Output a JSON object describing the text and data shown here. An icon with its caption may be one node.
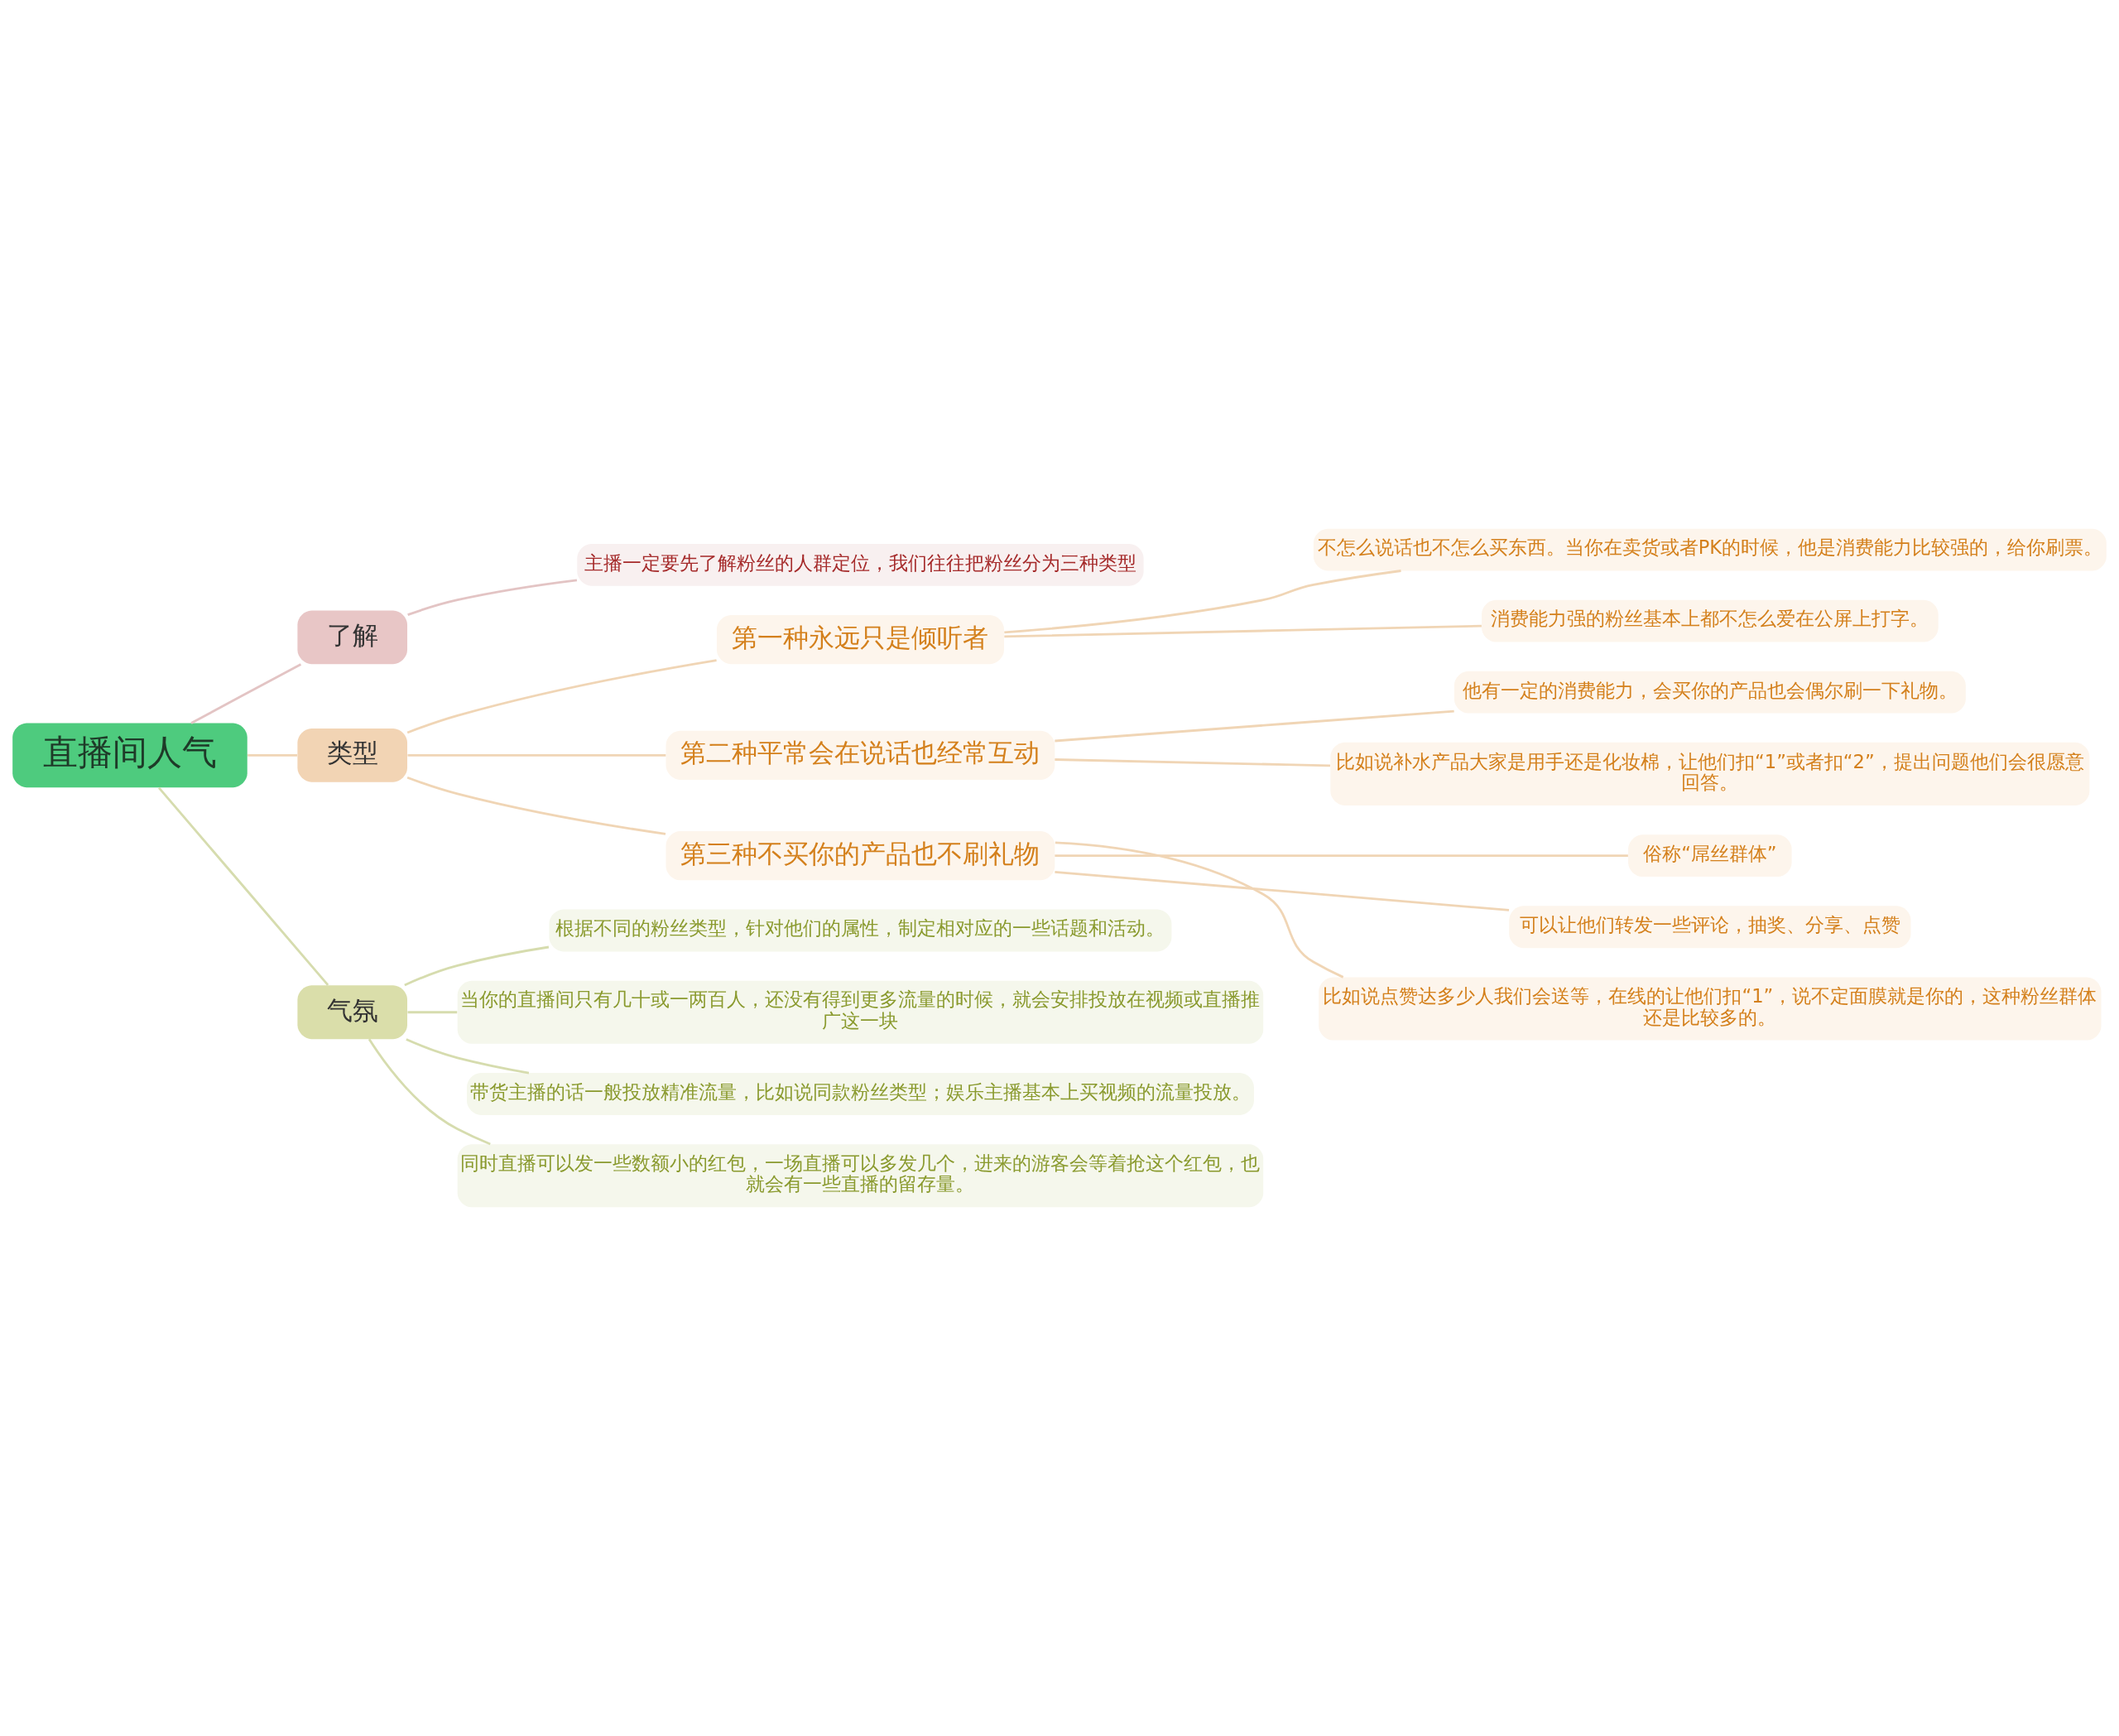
{
  "diagram": {
    "nodes": [
      {
        "text": [
          "直播间人气"
        ]
      },
      {
        "text": [
          "了解"
        ]
      },
      {
        "text": [
          "主播一定要先了解粉丝的人群定位，我们往往把粉丝分为三种类型"
        ]
      },
      {
        "text": [
          "类型"
        ]
      },
      {
        "text": [
          "第一种永远只是倾听者"
        ]
      },
      {
        "text": [
          "不怎么说话也不怎么买东西。当你在卖货或者PK的时候，他是消费能力比较强的，给你刷票。"
        ]
      },
      {
        "text": [
          "消费能力强的粉丝基本上都不怎么爱在公屏上打字。"
        ]
      },
      {
        "text": [
          "第二种平常会在说话也经常互动"
        ]
      },
      {
        "text": [
          "他有一定的消费能力，会买你的产品也会偶尔刷一下礼物。"
        ]
      },
      {
        "text": [
          "比如说补水产品大家是用手还是化妆棉，让他们扣“1”或者扣“2”，提出问题他们会很愿意回答。"
        ]
      },
      {
        "text": [
          "第三种不买你的产品也不刷礼物"
        ]
      },
      {
        "text": [
          "俗称“屌丝群体”"
        ]
      },
      {
        "text": [
          "可以让他们转发一些评论，抽奖、分享、点赞"
        ]
      },
      {
        "text": [
          "比如说点赞达多少人我们会送等，在线的让他们扣“1”，说不定面膜就是你的，这种粉丝群体还是比较多的。"
        ]
      },
      {
        "text": [
          "气氛"
        ]
      },
      {
        "text": [
          "根据不同的粉丝类型，针对他们的属性，制定相对应的一些话题和活动。"
        ]
      },
      {
        "text": [
          "当你的直播间只有几十或一两百人，还没有得到更多流量的时候，就会安排投放在视频或直播推广这一块"
        ]
      },
      {
        "text": [
          "带货主播的话一般投放精准流量，比如说同款粉丝类型；娱乐主播基本上买视频的流量投放。"
        ]
      },
      {
        "text": [
          "同时直播可以发一些数额小的红包，一场直播可以多发几个，进来的游客会等着抢这个红包，也就会有一些直播的留存量。"
        ]
      }
    ],
    "edges": [
      {
        "from": 0,
        "to": 1,
        "arrow": "none",
        "color": "#e3c4c4"
      },
      {
        "from": 1,
        "to": 2,
        "arrow": "none",
        "color": "#e3c4c4"
      },
      {
        "from": 0,
        "to": 3,
        "arrow": "none"
      },
      {
        "from": 3,
        "to": 4,
        "arrow": "none"
      },
      {
        "from": 4,
        "to": 5,
        "arrow": "none"
      },
      {
        "from": 4,
        "to": 6,
        "arrow": "none"
      },
      {
        "from": 3,
        "to": 7,
        "arrow": "none"
      },
      {
        "from": 7,
        "to": 8,
        "arrow": "none"
      },
      {
        "from": 7,
        "to": 9,
        "arrow": "none"
      },
      {
        "from": 3,
        "to": 10,
        "arrow": "none"
      },
      {
        "from": 10,
        "to": 11,
        "arrow": "none"
      },
      {
        "from": 10,
        "to": 12,
        "arrow": "none"
      },
      {
        "from": 10,
        "to": 13,
        "arrow": "none"
      },
      {
        "from": 0,
        "to": 14,
        "arrow": "none",
        "color": "#d6dcae"
      },
      {
        "from": 14,
        "to": 15,
        "arrow": "none",
        "color": "#d6dcae"
      },
      {
        "from": 14,
        "to": 16,
        "arrow": "none",
        "color": "#d6dcae"
      },
      {
        "from": 14,
        "to": 17,
        "arrow": "none",
        "color": "#d6dcae"
      },
      {
        "from": 14,
        "to": 18,
        "arrow": "none",
        "color": "#d6dcae"
      }
    ]
  }
}
